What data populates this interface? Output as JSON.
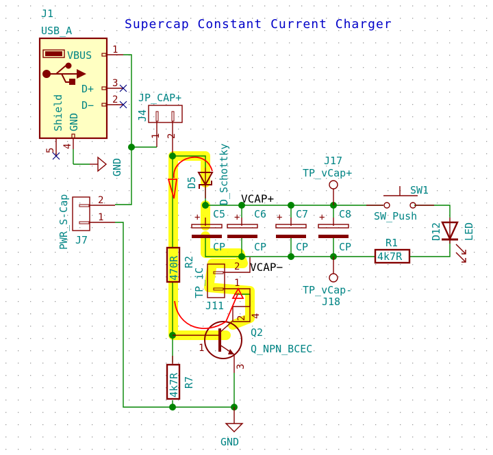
{
  "title": "Supercap Constant Current Charger",
  "components": {
    "J1": {
      "ref": "J1",
      "value": "USB_A",
      "pins": {
        "vbus_name": "VBUS",
        "dplus_name": "D+",
        "dminus_name": "D−",
        "shield_name": "Shield",
        "gnd_name": "GND",
        "p1": "1",
        "p2": "2",
        "p3": "3",
        "p4": "4",
        "p5": "5"
      }
    },
    "J4": {
      "ref": "J4",
      "value": "JP_CAP+",
      "p1": "1",
      "p2": "2"
    },
    "J7": {
      "ref": "J7",
      "value": "PWR_S-Cap",
      "p1": "1",
      "p2": "2"
    },
    "D5": {
      "ref": "D5",
      "value": "D_Schottky"
    },
    "C5": {
      "ref": "C5",
      "value": "CP",
      "polarity": "+"
    },
    "C6": {
      "ref": "C6",
      "value": "CP",
      "polarity": "+"
    },
    "C7": {
      "ref": "C7",
      "value": "CP",
      "polarity": "+"
    },
    "C8": {
      "ref": "C8",
      "value": "CP",
      "polarity": "+"
    },
    "J17": {
      "ref": "J17",
      "value": "TP_vCap+"
    },
    "J18": {
      "ref": "J18",
      "value": "TP_vCap-"
    },
    "SW1": {
      "ref": "SW1",
      "value": "SW_Push"
    },
    "D12": {
      "ref": "D12",
      "value": "LED"
    },
    "R1": {
      "ref": "R1",
      "value": "4k7R"
    },
    "R2": {
      "ref": "R2",
      "value": "470R"
    },
    "R7": {
      "ref": "R7",
      "value": "4k7R"
    },
    "J11": {
      "ref": "J11",
      "value": "TP_iC",
      "p1": "1",
      "p2": "2"
    },
    "Q2": {
      "ref": "Q2",
      "value": "Q_NPN_BCEC",
      "p1": "1",
      "p2": "2",
      "p3": "3",
      "p4": "4"
    }
  },
  "nets": {
    "vcap_plus": "VCAP+",
    "vcap_minus": "VCAP−"
  },
  "power": {
    "gnd1": "GND",
    "gnd2": "GND"
  },
  "colors": {
    "wire": "#008400",
    "body": "#840000",
    "fill": "#ffffc2",
    "text": "#008484",
    "title": "#0000c8",
    "highlight": "#ffff00",
    "annotation": "#ff0000"
  }
}
